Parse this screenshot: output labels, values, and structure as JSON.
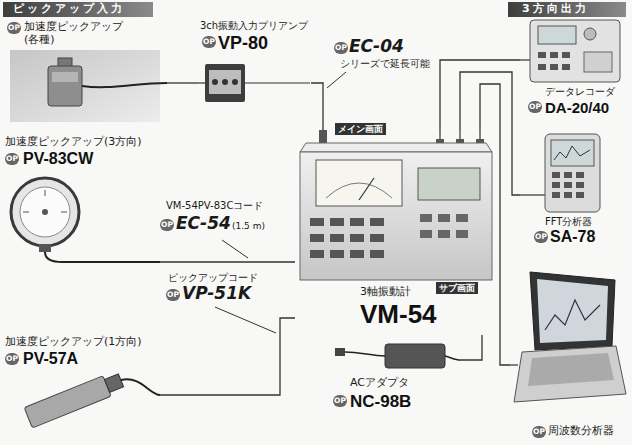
{
  "diagram": {
    "nodes": [
      {
        "text": [
          "ピックアップ入力"
        ]
      },
      {
        "text": [
          "3方向出力"
        ]
      },
      {
        "text": [
          "加速度ピックアップ (各種)"
        ]
      },
      {
        "text": [
          "3ch振動入力プリアンプ",
          "VP-80"
        ]
      },
      {
        "text": [
          "加速度ピックアップ(3方向)",
          "PV-83CW"
        ]
      },
      {
        "text": [
          "加速度ピックアップ(1方向)",
          "PV-57A"
        ]
      },
      {
        "text": [
          "3軸振動計",
          "VM-54"
        ]
      },
      {
        "text": [
          "ACアダプタ",
          "NC-98B"
        ]
      },
      {
        "text": [
          "データレコーダ",
          "DA-20/40"
        ]
      },
      {
        "text": [
          "FFT分析器",
          "SA-78"
        ]
      },
      {
        "text": [
          "周波数分析器"
        ]
      }
    ],
    "edges": [
      {
        "from": 2,
        "to": 3,
        "arrow": "none"
      },
      {
        "from": 3,
        "to": 6,
        "arrow": "none"
      },
      {
        "from": 4,
        "to": 6,
        "arrow": "none"
      },
      {
        "from": 5,
        "to": 6,
        "arrow": "none"
      },
      {
        "from": 7,
        "to": 6,
        "arrow": "none"
      },
      {
        "from": 6,
        "to": 8,
        "arrow": "none"
      },
      {
        "from": 6,
        "to": 9,
        "arrow": "none"
      },
      {
        "from": 6,
        "to": 10,
        "arrow": "none"
      }
    ],
    "labels": [
      "OP",
      "OP",
      "OP",
      "EC-04",
      "シリーズで延長可能",
      "OP",
      "VM-54PV-83Cコード",
      "OP",
      "EC-54",
      "(1.5 m)",
      "ピックアップコード",
      "OP",
      "VP-51K",
      "OP",
      "メイン画面",
      "サブ画面",
      "OP",
      "OP",
      "OP",
      "OP"
    ]
  }
}
